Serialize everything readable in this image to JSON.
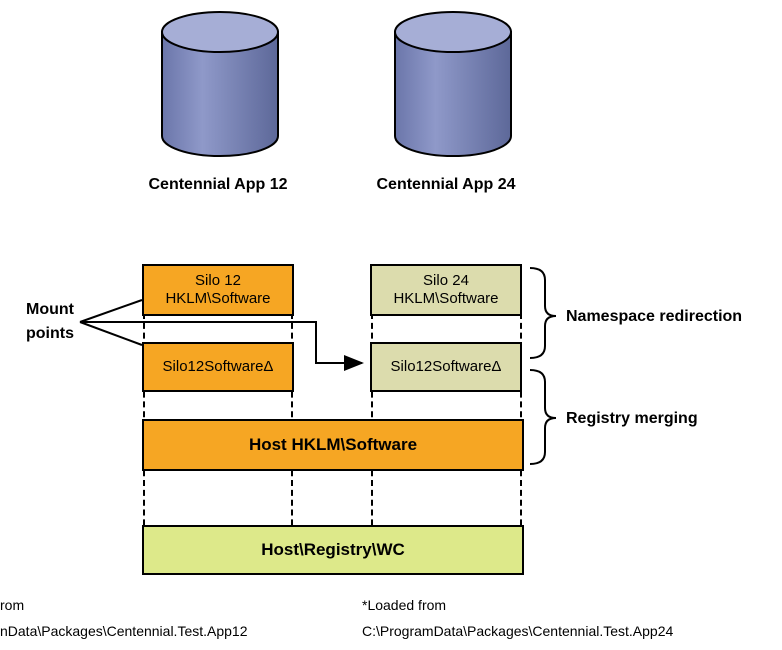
{
  "apps": [
    {
      "label": "Centennial App 12"
    },
    {
      "label": "Centennial App 24"
    }
  ],
  "silo12": {
    "line1": "Silo 12",
    "line2": "HKLM\\Software",
    "delta": "Silo12SoftwareΔ"
  },
  "silo24": {
    "line1": "Silo 24",
    "line2": "HKLM\\Software",
    "delta": "Silo12SoftwareΔ"
  },
  "host_hklm": "Host HKLM\\Software",
  "host_registry": "Host\\Registry\\WC",
  "mount_points": {
    "line1": "Mount",
    "line2": "points"
  },
  "namespace_redirection": "Namespace redirection",
  "registry_merging": "Registry merging",
  "footnotes": [
    {
      "line1": "rom",
      "line2": "nData\\Packages\\Centennial.Test.App12"
    },
    {
      "line1": "*Loaded from",
      "line2": "C:\\ProgramData\\Packages\\Centennial.Test.App24"
    }
  ],
  "colors": {
    "orange": "#f6a623",
    "sage": "#dcdcad",
    "lime": "#dde98a",
    "cylinder": "#7b86b8"
  }
}
